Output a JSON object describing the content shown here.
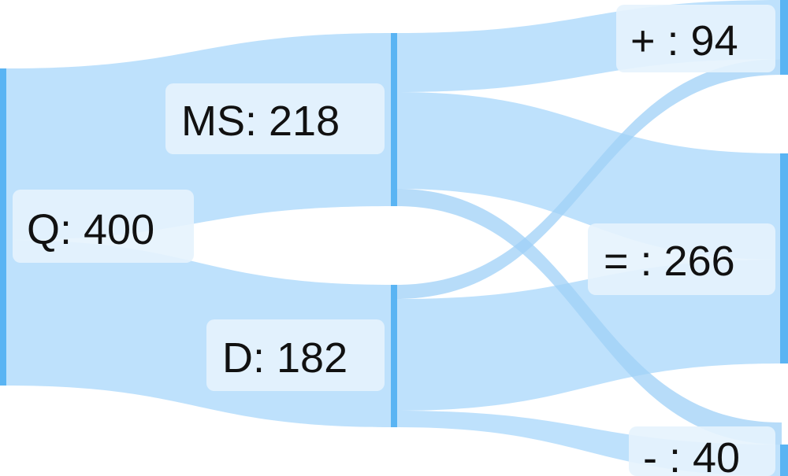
{
  "nodes": [
    {
      "id": "Q",
      "label": "Q: 400"
    },
    {
      "id": "MS",
      "label": "MS: 218"
    },
    {
      "id": "D",
      "label": "D: 182"
    },
    {
      "id": "plus",
      "label": "+ : 94"
    },
    {
      "id": "eq",
      "label": "= : 266"
    },
    {
      "id": "minus",
      "label": "- : 40"
    }
  ],
  "colors": {
    "node": "#5ab4f3",
    "link": "#b3dcfb",
    "label_bg": "#e6f3fd"
  }
}
